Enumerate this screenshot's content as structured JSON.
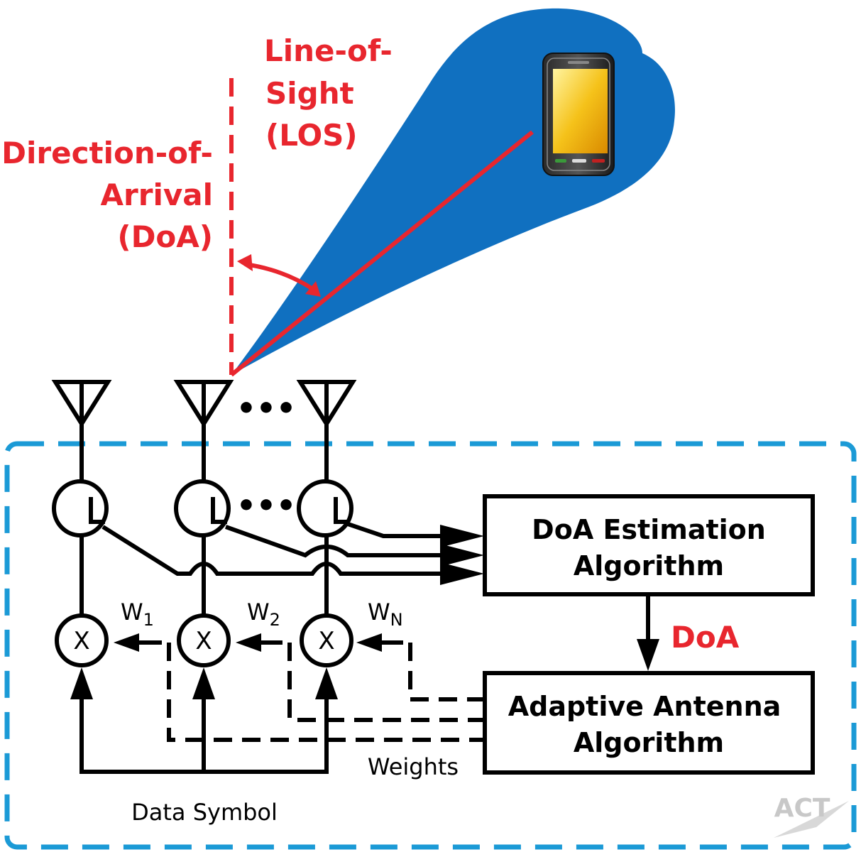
{
  "labels": {
    "los_line1": "Line-of-",
    "los_line2": "Sight",
    "los_line3": "(LOS)",
    "doa_line1": "Direction-of-",
    "doa_line2": "Arrival",
    "doa_line3": "(DoA)",
    "doa_output": "DoA",
    "estimation_line1": "DoA Estimation",
    "estimation_line2": "Algorithm",
    "adaptive_line1": "Adaptive Antenna",
    "adaptive_line2": "Algorithm",
    "weights": "Weights",
    "data_symbol": "Data Symbol",
    "w1_base": "W",
    "w1_sub": "1",
    "w2_base": "W",
    "w2_sub": "2",
    "wn_base": "W",
    "wn_sub": "N",
    "multiplier": "X",
    "ellipsis": "•••",
    "watermark": "ACT"
  },
  "colors": {
    "beam": "#1070c0",
    "los": "#e8262e",
    "system_border": "#1b9ad6",
    "lines": "#000000"
  },
  "icons": {
    "phone": "smartphone-icon",
    "antenna": "antenna-icon"
  }
}
